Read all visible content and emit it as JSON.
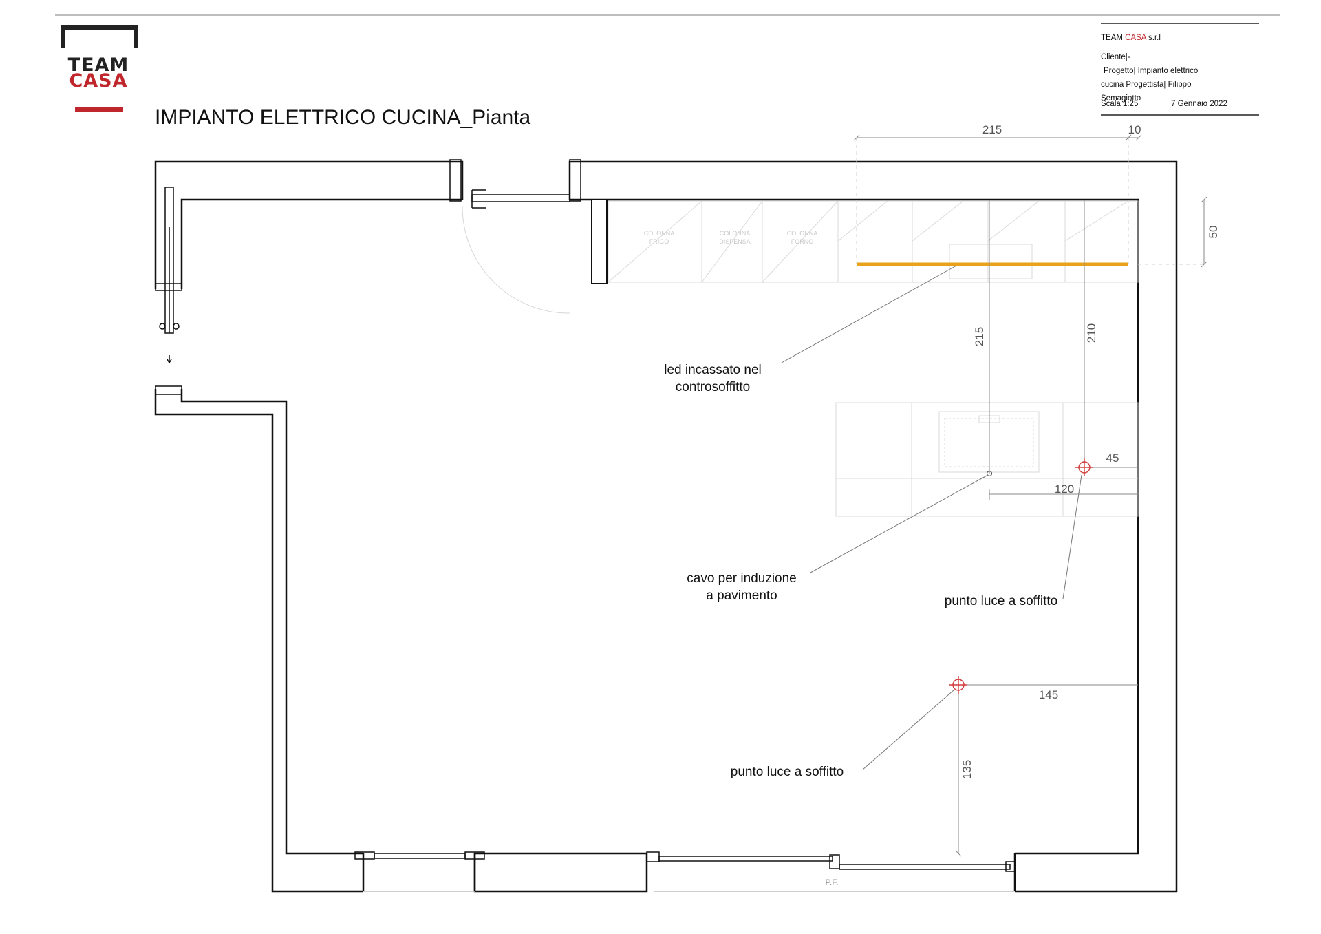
{
  "logo": {
    "line1": "TEAM",
    "line2": "CASA",
    "accent_color": "#c0272d"
  },
  "title": "IMPIANTO ELETTRICO CUCINA_Pianta",
  "title_block": {
    "company_prefix": "TEAM ",
    "company_accent": "CASA",
    "company_suffix": " s.r.l",
    "cliente": "Cliente|-",
    "progetto": "Progetto| Impianto elettrico",
    "progettista": "cucina Progettista| Filippo",
    "progettista_cont": "Semagiotto",
    "scala": "Scala 1:25",
    "data": "7 Gennaio 2022"
  },
  "dimensions": {
    "top_width": "215",
    "top_small": "10",
    "right_depth": "50",
    "vertical_led_1": "215",
    "vertical_led_2": "210",
    "socket_offset": "45",
    "socket_width": "120",
    "light_offset": "145",
    "light_height": "135"
  },
  "furniture_labels": {
    "col1_a": "COLONNA",
    "col1_b": "FRIGO",
    "col2_a": "COLONNA",
    "col2_b": "DISPENSA",
    "col3_a": "COLONNA",
    "col3_b": "FORNO"
  },
  "annotations": {
    "led_1": "led incassato nel",
    "led_2": "controsoffitto",
    "cable_1": "cavo per induzione",
    "cable_2": "a pavimento",
    "light_right": "punto luce a soffitto",
    "light_bottom": "punto luce a soffitto"
  },
  "floor_marker": "P.F.",
  "colors": {
    "led_strip": "#e8a21c",
    "walls": "#111111",
    "brand_red": "#c0272d"
  }
}
